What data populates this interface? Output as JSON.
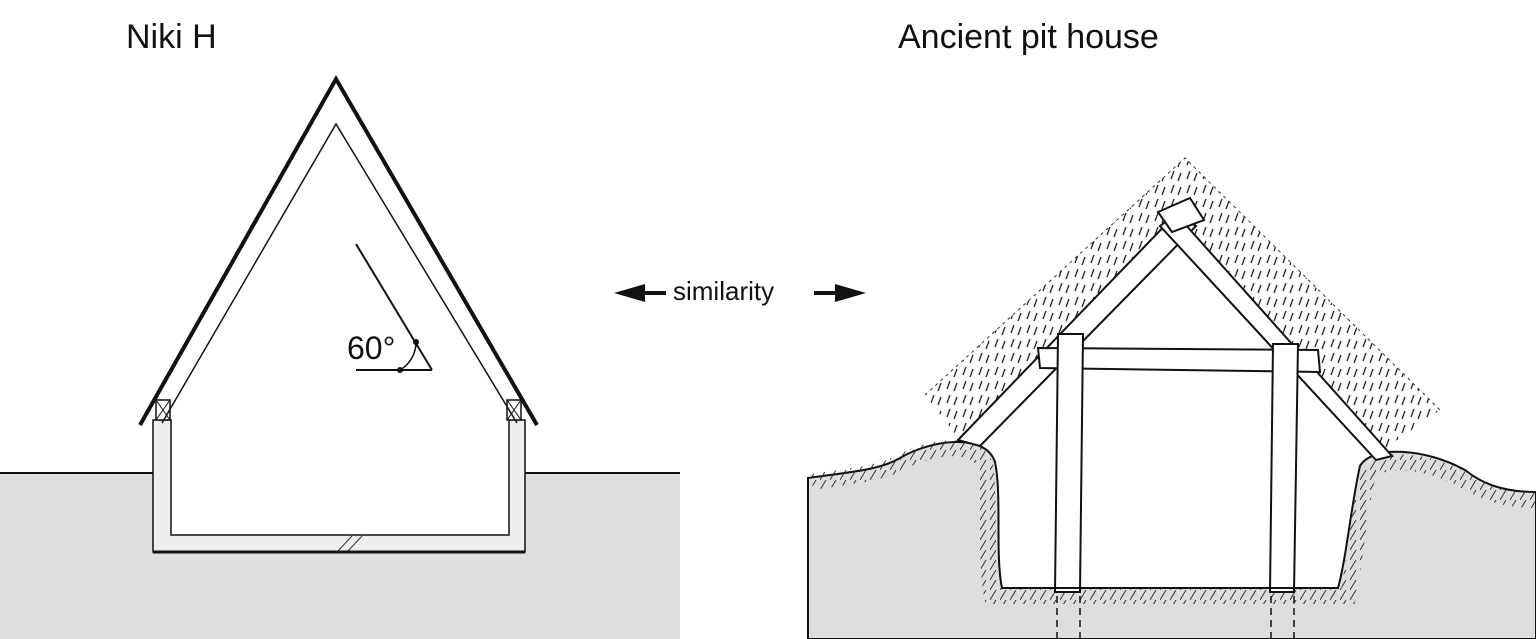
{
  "left_panel": {
    "title": "Niki H",
    "angle_label": "60°"
  },
  "right_panel": {
    "title": "Ancient pit house"
  },
  "comparison": {
    "label": "similarity"
  },
  "colors": {
    "ground_fill": "#dedede",
    "line": "#111111",
    "background": "#ffffff"
  }
}
